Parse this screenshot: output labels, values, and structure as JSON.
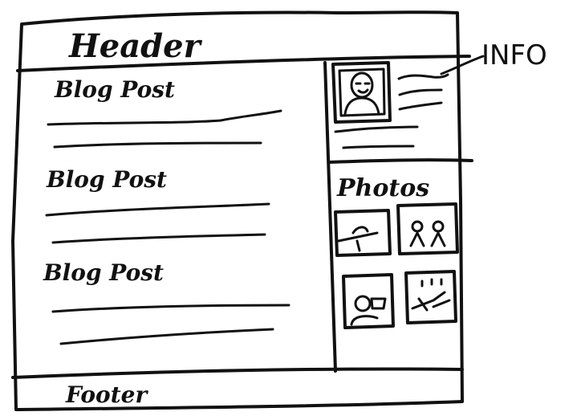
{
  "header": {
    "label": "Header"
  },
  "posts": [
    {
      "title": "Blog Post"
    },
    {
      "title": "Blog Post"
    },
    {
      "title": "Blog Post"
    }
  ],
  "sidebar": {
    "photos_label": "Photos",
    "photo_count": 4
  },
  "annotation": {
    "label": "INFO"
  },
  "footer": {
    "label": "Footer"
  },
  "colors": {
    "ink": "#111111",
    "paper": "#ffffff"
  }
}
